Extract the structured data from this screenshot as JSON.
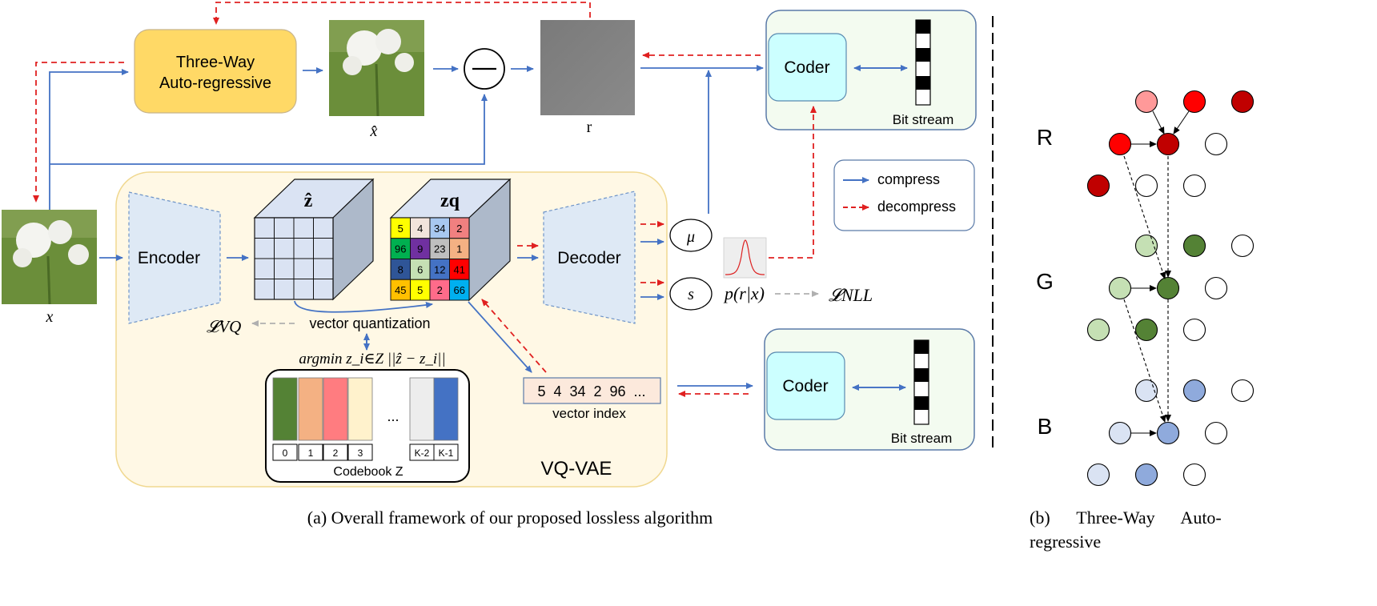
{
  "left_diagram": {
    "three_way_box": {
      "line1": "Three-Way",
      "line2": "Auto-regressive"
    },
    "labels": {
      "x_hat": "x̂",
      "r": "r",
      "x": "x",
      "z_hat": "ẑ",
      "z_q": "zq",
      "mu": "μ",
      "s": "s",
      "prob": "p(r|x)",
      "l_nll": "𝓛NLL",
      "l_vq": "𝓛VQ",
      "vector_quantization": "vector quantization",
      "argmin": "argmin z_i∈Z ||ẑ − z_i||",
      "codebook": "Codebook Z",
      "codebook_ellipsis": "...",
      "vector_index_label": "vector index",
      "vector_index_values": "5  4  34  2  96  ...",
      "vqvae": "VQ-VAE"
    },
    "encoder": "Encoder",
    "decoder": "Decoder",
    "coder_top": {
      "label": "Coder",
      "bit_stream": "Bit stream"
    },
    "coder_bottom": {
      "label": "Coder",
      "bit_stream": "Bit stream"
    },
    "legend": {
      "compress": "compress",
      "decompress": "decompress"
    },
    "zq_grid": [
      [
        "5",
        "4",
        "34",
        "2"
      ],
      [
        "96",
        "9",
        "23",
        "1"
      ],
      [
        "8",
        "6",
        "12",
        "41"
      ],
      [
        "45",
        "5",
        "2",
        "66"
      ]
    ],
    "zq_colors": [
      [
        "#ffff00",
        "#f2e4dc",
        "#a8c8f0",
        "#f08080"
      ],
      [
        "#00b050",
        "#7030a0",
        "#bfbfbf",
        "#f4b183"
      ],
      [
        "#2f5597",
        "#c5e0b4",
        "#4472c4",
        "#ff0000"
      ],
      [
        "#ffc000",
        "#ffff00",
        "#ff6b8a",
        "#00b0f0"
      ]
    ],
    "codebook_indices": [
      "0",
      "1",
      "2",
      "3",
      "K-2",
      "K-1"
    ],
    "codebook_colors": [
      "#548235",
      "#f4b183",
      "#ff7c80",
      "#fff2cc",
      "#ededed",
      "#4472c4"
    ],
    "caption": "(a) Overall framework of our proposed lossless algorithm"
  },
  "right_diagram": {
    "channels": [
      {
        "label": "R",
        "dark": "#c00000",
        "mid": "#ff0000",
        "light": "#ff9999"
      },
      {
        "label": "G",
        "dark": "#548235",
        "mid": "#c5e0b4",
        "light": "#c5e0b4"
      },
      {
        "label": "B",
        "dark": "#8faadc",
        "mid": "#dae3f3",
        "light": "#dae3f3"
      }
    ],
    "caption_line1": "(b)      Three-Way      Auto-",
    "caption_line2": "regressive"
  },
  "colors": {
    "compress": "#4472c4",
    "decompress": "#e02020",
    "three_way_fill": "#ffd966",
    "vqvae_fill": "#fff8e5",
    "coder_fill": "#ccffff",
    "coder_panel_fill": "#f3fbf0"
  }
}
